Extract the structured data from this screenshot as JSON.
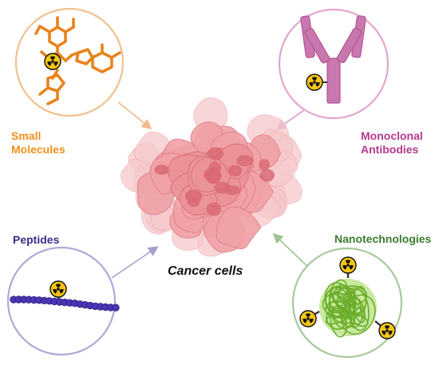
{
  "labels": {
    "small_molecules": [
      "Small",
      "Molecules"
    ],
    "monoclonal_antibodies": [
      "Monoclonal",
      "Antibodies"
    ],
    "peptides": "Peptides",
    "nanotechnologies": "Nanotechnologies",
    "cancer_cells": "Cancer cells"
  },
  "icons": {
    "radioactive": "radioactive-icon",
    "small_molecule": "small-molecule-icon",
    "antibody": "antibody-icon",
    "peptide": "peptide-chain-icon",
    "nanoparticle": "nanoparticle-icon",
    "cancer_cells": "cancer-cells-icon"
  },
  "colors": {
    "small_molecules": "#f0901e",
    "monoclonal_antibodies": "#b53a8c",
    "peptides": "#3a2e8a",
    "nanotechnologies": "#3b7d2d",
    "cancer_cells": "#e8848a",
    "radioactive": "#f5c518"
  }
}
